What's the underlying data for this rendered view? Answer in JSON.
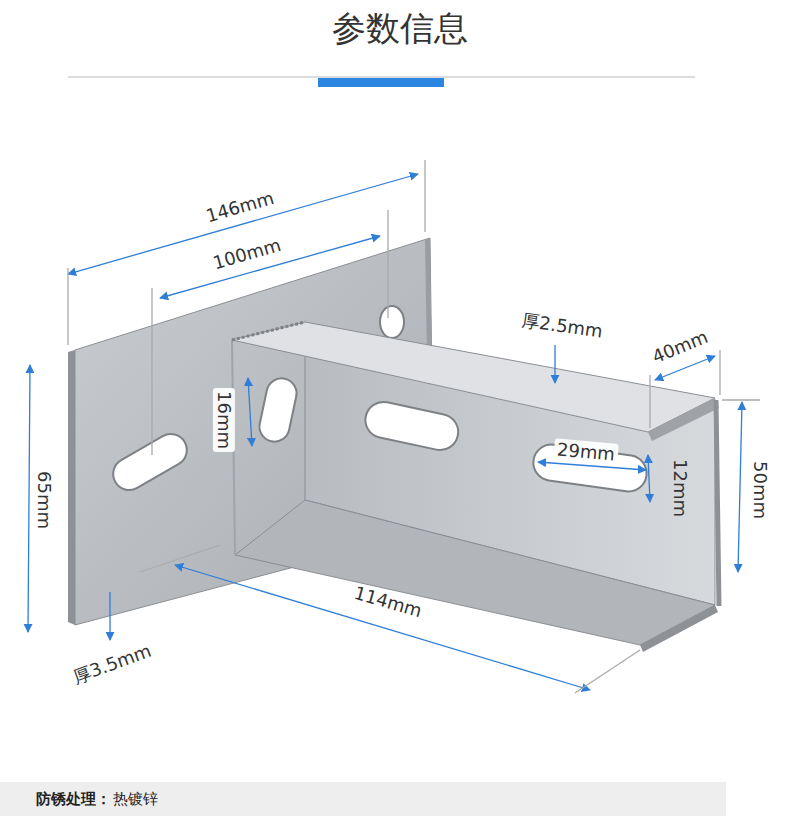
{
  "diagram": {
    "title": "参数信息",
    "labels": [
      "146mm",
      "100mm",
      "厚2.5mm",
      "40mm",
      "16mm",
      "29mm",
      "12mm",
      "50mm",
      "65mm",
      "114mm",
      "厚3.5mm",
      "防锈处理：",
      "热镀锌"
    ]
  }
}
